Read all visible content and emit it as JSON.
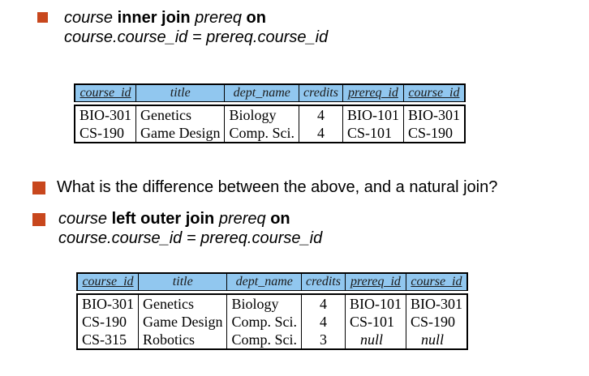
{
  "bullet1": {
    "left_rel": "course",
    "op": "inner join",
    "right_rel": "prereq",
    "on": "on",
    "condition": "course.course_id = prereq.course_id"
  },
  "table1": {
    "headers": [
      "course_id",
      "title",
      "dept_name",
      "credits",
      "prereq_id",
      "course_id"
    ],
    "rows": [
      [
        "BIO-301",
        "Genetics",
        "Biology",
        "4",
        "BIO-101",
        "BIO-301"
      ],
      [
        "CS-190",
        "Game Design",
        "Comp. Sci.",
        "4",
        "CS-101",
        "CS-190"
      ]
    ]
  },
  "bullet2": {
    "text": "What is the difference between the above, and a natural join?"
  },
  "bullet3": {
    "left_rel": "course",
    "op": "left outer join",
    "right_rel": "prereq",
    "on": "on",
    "condition": "course.course_id = prereq.course_id"
  },
  "table2": {
    "headers": [
      "course_id",
      "title",
      "dept_name",
      "credits",
      "prereq_id",
      "course_id"
    ],
    "rows": [
      [
        "BIO-301",
        "Genetics",
        "Biology",
        "4",
        "BIO-101",
        "BIO-301"
      ],
      [
        "CS-190",
        "Game Design",
        "Comp. Sci.",
        "4",
        "CS-101",
        "CS-190"
      ],
      [
        "CS-315",
        "Robotics",
        "Comp. Sci.",
        "3",
        "null",
        "null"
      ]
    ]
  },
  "colors": {
    "bullet": "#c8471d",
    "header_fill": "#91c7ef"
  }
}
